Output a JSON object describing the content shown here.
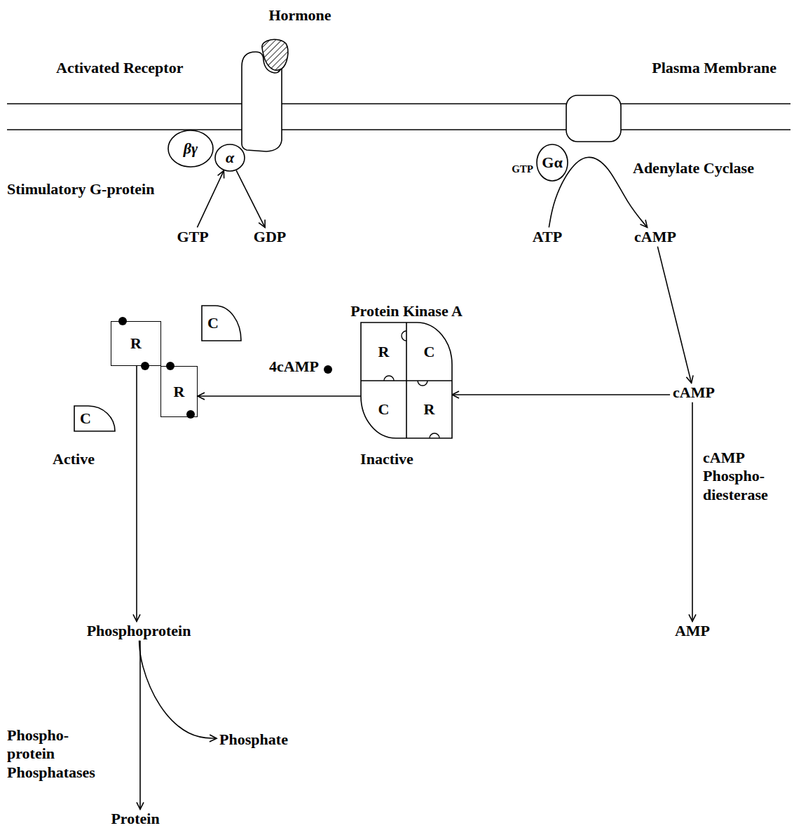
{
  "diagram": {
    "nodes": [
      {
        "text": [
          "βγ"
        ]
      },
      {
        "text": [
          "α"
        ]
      },
      {
        "text": [
          "Gα"
        ]
      },
      {
        "text": [
          "GTP"
        ]
      },
      {
        "text": [
          "GDP"
        ]
      },
      {
        "text": [
          "ATP"
        ]
      },
      {
        "text": [
          "cAMP"
        ]
      },
      {
        "text": [
          "C"
        ]
      },
      {
        "text": [
          "Protein Kinase A"
        ]
      },
      {
        "text": [
          "R"
        ],
        "in": 8
      },
      {
        "text": [
          "C"
        ],
        "in": 8
      },
      {
        "text": [
          "C"
        ],
        "in": 8
      },
      {
        "text": [
          "R"
        ],
        "in": 8
      },
      {
        "text": [
          "R"
        ]
      },
      {
        "text": [
          "R"
        ]
      },
      {
        "text": [
          "cAMP"
        ]
      },
      {
        "text": [
          "C"
        ]
      },
      {
        "text": [
          "Phosphoprotein"
        ]
      },
      {
        "text": [
          "AMP"
        ]
      },
      {
        "text": [
          "Phosphate"
        ]
      },
      {
        "text": [
          "Protein"
        ]
      }
    ],
    "edges": [
      {
        "from": 3,
        "to": 1,
        "arrow": "to"
      },
      {
        "from": 1,
        "to": 4,
        "arrow": "to"
      },
      {
        "from": 5,
        "to": 6,
        "arrow": "to"
      },
      {
        "from": 6,
        "to": 15,
        "arrow": "to"
      },
      {
        "from": 15,
        "to": 8,
        "arrow": "to"
      },
      {
        "from": 8,
        "to": 14,
        "arrow": "to"
      },
      {
        "from": 13,
        "to": 17,
        "arrow": "to"
      },
      {
        "from": 17,
        "to": 20,
        "arrow": "to"
      },
      {
        "from": 17,
        "to": 19,
        "arrow": "to"
      },
      {
        "from": 15,
        "to": 18,
        "arrow": "to"
      }
    ],
    "labels": [
      "Hormone",
      "Activated Receptor",
      "Plasma Membrane",
      "Stimulatory G-protein",
      "GTP",
      "Adenylate Cyclase",
      "4cAMP",
      "Active",
      "Inactive",
      "cAMP Phospho- diesterase",
      "Phospho- protein Phosphatases"
    ]
  }
}
